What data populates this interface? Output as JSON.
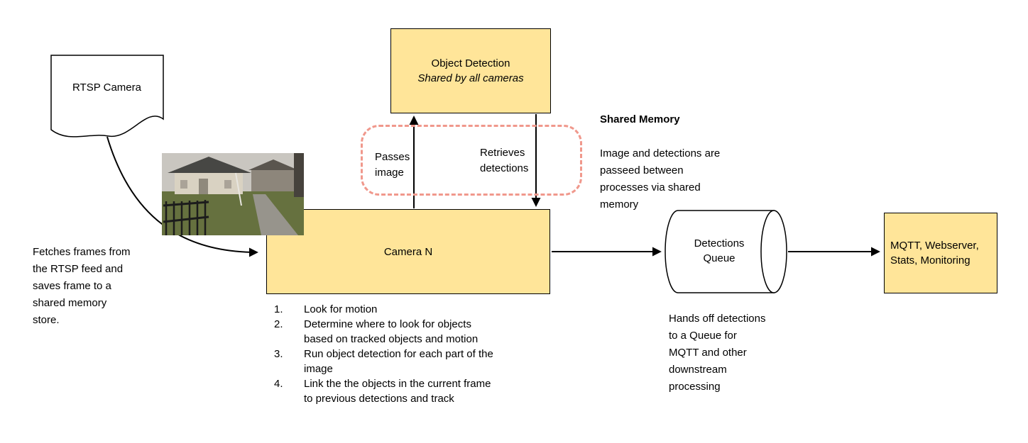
{
  "colors": {
    "node_fill": "#FFE599",
    "node_border": "#000000",
    "shared_memory_outline": "#F0988C",
    "arrow": "#000000",
    "canvas_background": "#FFFFFF"
  },
  "nodes": {
    "rtsp_camera": {
      "label": "RTSP Camera"
    },
    "object_detection": {
      "title": "Object Detection",
      "subtitle": "Shared by all cameras"
    },
    "camera_n": {
      "label": "Camera N"
    },
    "detections_queue": {
      "label": "Detections\nQueue"
    },
    "outputs": {
      "label": "MQTT, Webserver,\nStats, Monitoring"
    }
  },
  "edge_labels": {
    "passes_image": "Passes\nimage",
    "retrieves_detections": "Retrieves\ndetections"
  },
  "notes": {
    "fetch_frames": "Fetches frames from\nthe RTSP feed and\nsaves frame to a\nshared memory\nstore.",
    "shared_memory_title": "Shared Memory",
    "shared_memory_body": "Image and detections are\npasseed between\nprocesses via shared\nmemory",
    "queue_handoff": "Hands off detections\nto a Queue for\nMQTT and other\ndownstream\nprocessing"
  },
  "camera_steps": [
    {
      "num": "1.",
      "text": "Look for motion"
    },
    {
      "num": "2.",
      "text": "Determine where to look for objects\nbased on tracked objects and motion"
    },
    {
      "num": "3.",
      "text": "Run object detection for each part of the\nimage"
    },
    {
      "num": "4.",
      "text": "Link the the objects in the current frame\nto previous detections and track"
    }
  ]
}
